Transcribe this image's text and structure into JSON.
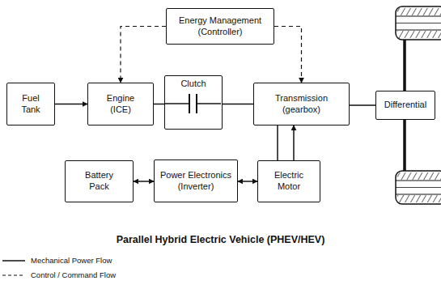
{
  "diagram": {
    "title": "Parallel Hybrid Electric Vehicle (PHEV/HEV)",
    "nodes": [
      {
        "text": [
          "Energy Management (Controller)"
        ]
      },
      {
        "text": [
          "Fuel Tank"
        ]
      },
      {
        "text": [
          "Engine (ICE)"
        ]
      },
      {
        "text": [
          "Clutch"
        ]
      },
      {
        "text": [
          "Transmission (gearbox)"
        ]
      },
      {
        "text": [
          "Differential"
        ]
      },
      {
        "text": [
          "Battery Pack"
        ]
      },
      {
        "text": [
          "Power Electronics (Inverter)"
        ]
      },
      {
        "text": [
          "Electric Motor"
        ]
      }
    ],
    "edges": [
      {
        "from": 0,
        "to": 2,
        "arrow": "to"
      },
      {
        "from": 0,
        "to": 4,
        "arrow": "to"
      },
      {
        "from": 1,
        "to": 2,
        "arrow": "to"
      },
      {
        "from": 2,
        "to": 3,
        "arrow": "none"
      },
      {
        "from": 3,
        "to": 4,
        "arrow": "none"
      },
      {
        "from": 4,
        "to": 5,
        "arrow": "none"
      },
      {
        "from": 6,
        "to": 7,
        "arrow": "both"
      },
      {
        "from": 7,
        "to": 8,
        "arrow": "both"
      },
      {
        "from": 8,
        "to": 4,
        "arrow": "none"
      },
      {
        "from": 8,
        "to": 4,
        "arrow": "to"
      }
    ],
    "legend": [
      {
        "text": "Mechanical Power Flow"
      },
      {
        "text": "Control / Command Flow"
      }
    ]
  }
}
